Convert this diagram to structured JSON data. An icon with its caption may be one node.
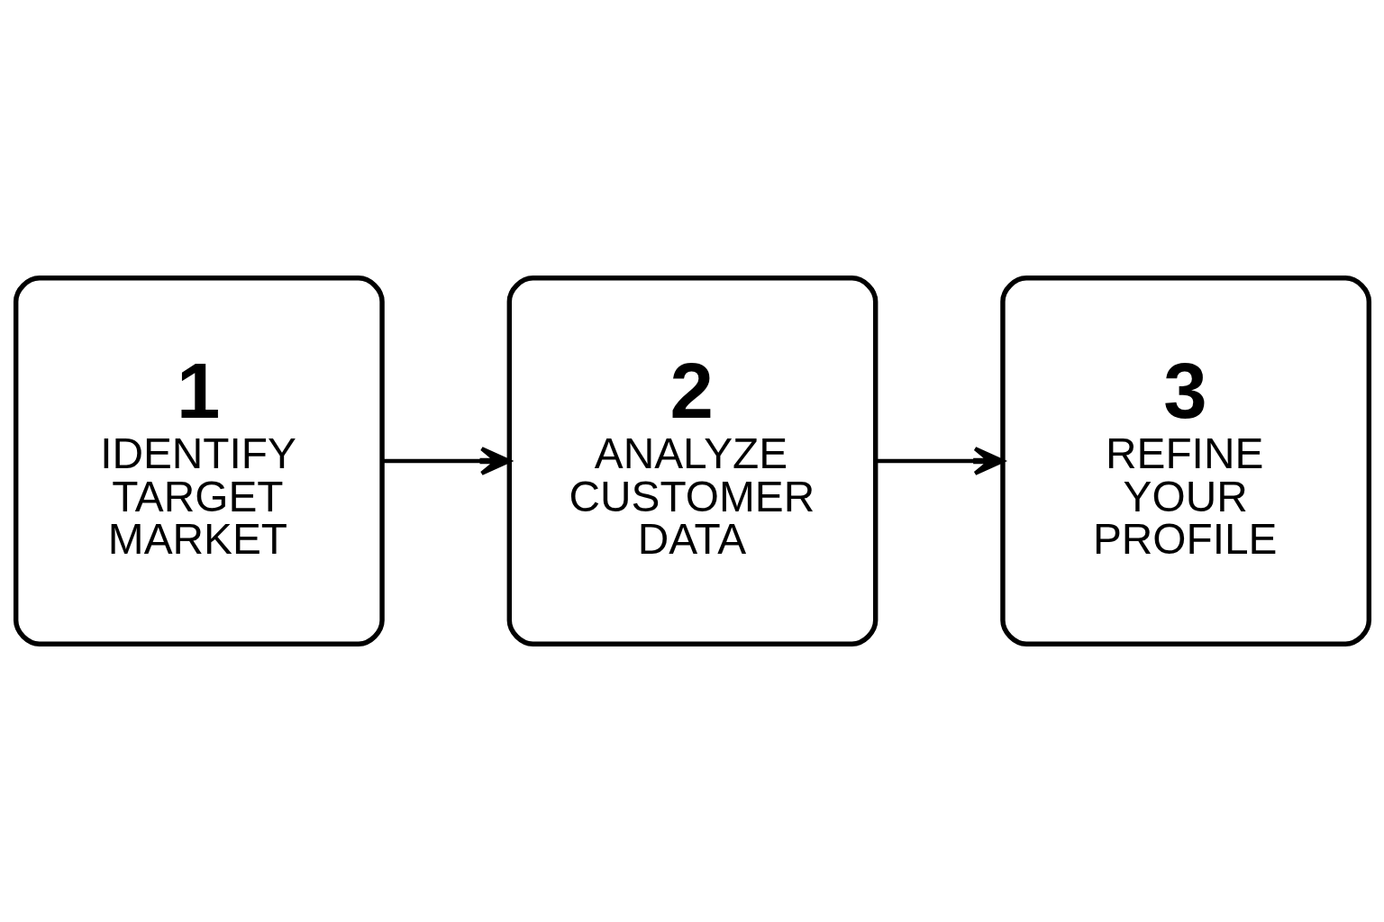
{
  "diagram": {
    "nodes": [
      {
        "text": [
          "1",
          "IDENTIFY TARGET MARKET"
        ]
      },
      {
        "text": [
          "2",
          "ANALYZE CUSTOMER DATA"
        ]
      },
      {
        "text": [
          "3",
          "REFINE YOUR PROFILE"
        ]
      }
    ],
    "edges": [
      {
        "from": 0,
        "to": 1,
        "arrow": "to"
      },
      {
        "from": 1,
        "to": 2,
        "arrow": "to"
      }
    ]
  }
}
